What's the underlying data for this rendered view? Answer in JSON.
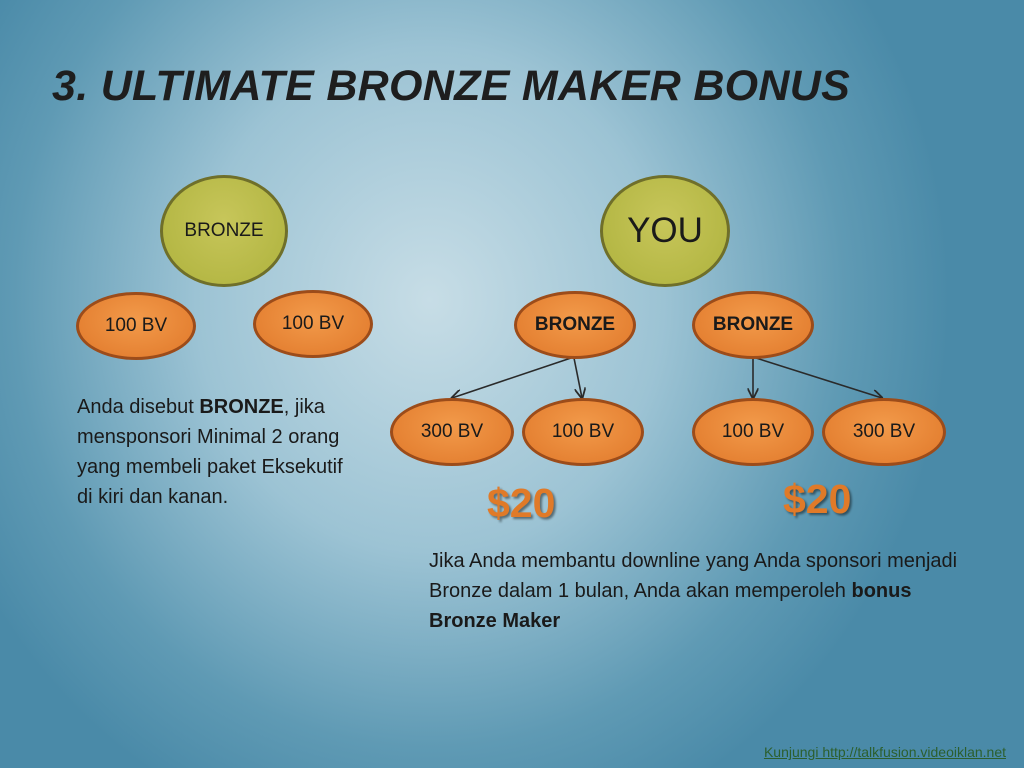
{
  "slide": {
    "title": "3. ULTIMATE BRONZE MAKER BONUS"
  },
  "left_tree": {
    "root": "BRONZE",
    "children": [
      "100 BV",
      "100 BV"
    ]
  },
  "right_tree": {
    "root": "YOU",
    "level1": [
      "BRONZE",
      "BRONZE"
    ],
    "level2_left": [
      "300 BV",
      "100 BV"
    ],
    "level2_right": [
      "100 BV",
      "300 BV"
    ],
    "bonus_left": "$20",
    "bonus_right": "$20"
  },
  "left_text": {
    "part1": "Anda disebut ",
    "bold": "BRONZE",
    "part2": ", jika mensponsori Minimal 2 orang yang membeli paket Eksekutif di kiri dan kanan."
  },
  "right_text": {
    "part1": "Jika Anda membantu downline yang Anda sponsori menjadi Bronze dalam 1 bulan, Anda akan memperoleh ",
    "bold": "bonus Bronze Maker"
  },
  "footer": {
    "link": "Kunjungi http://talkfusion.videoiklan.net"
  },
  "colors": {
    "green_node": "#aeb23d",
    "orange_node": "#e0782a",
    "bonus_text": "#e07a28"
  }
}
